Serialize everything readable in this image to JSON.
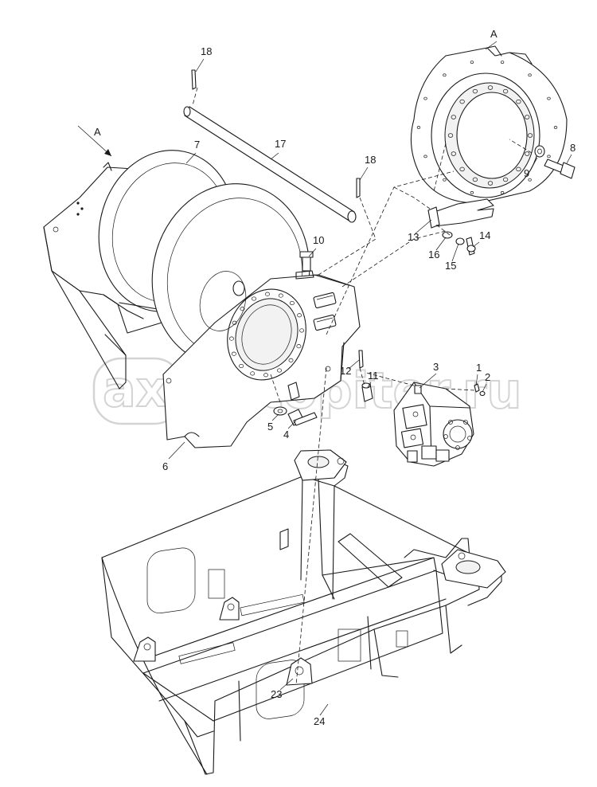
{
  "diagram": {
    "view_marker": "A",
    "callouts": [
      "1",
      "2",
      "3",
      "4",
      "5",
      "6",
      "7",
      "8",
      "9",
      "10",
      "11",
      "12",
      "13",
      "14",
      "15",
      "16",
      "17",
      "18",
      "23",
      "24"
    ]
  },
  "watermark": {
    "logo": "ax",
    "text": "autopiter.ru"
  }
}
